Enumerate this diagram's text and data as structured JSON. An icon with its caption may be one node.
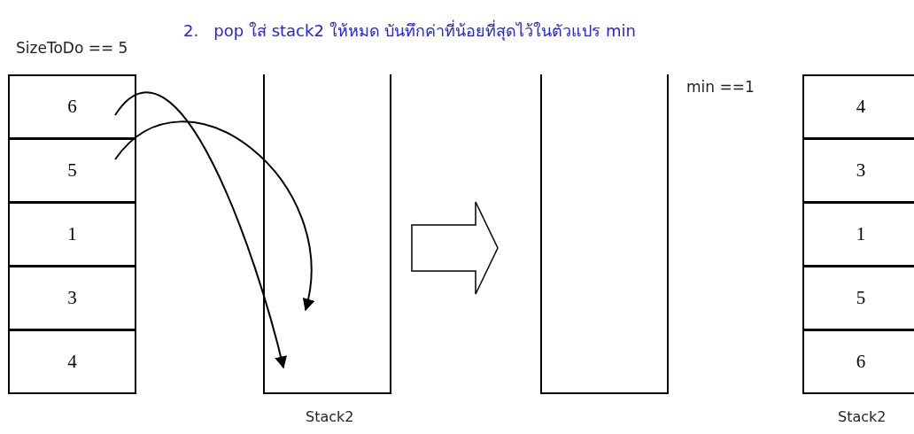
{
  "diagram": {
    "title": "2.   pop ใส่ stack2 ให้หมด บันทึกค่าที่น้อยที่สุดไว้ในตัวแปร min",
    "nodes": [
      {
        "text": [
          "6"
        ]
      },
      {
        "text": [
          "5"
        ]
      },
      {
        "text": [
          "1"
        ]
      },
      {
        "text": [
          "3"
        ]
      },
      {
        "text": [
          "4"
        ]
      },
      {
        "text": [
          "Stack2"
        ]
      },
      {
        "text": [],
        "shape": "box"
      },
      {
        "text": [
          "Stack2"
        ]
      },
      {
        "text": [
          "4"
        ],
        "in": 7
      },
      {
        "text": [
          "3"
        ],
        "in": 7
      },
      {
        "text": [
          "1"
        ],
        "in": 7
      },
      {
        "text": [
          "5"
        ],
        "in": 7
      },
      {
        "text": [
          "6"
        ],
        "in": 7
      }
    ],
    "edges": [
      {
        "from": 0,
        "to": 5,
        "arrow": "to"
      },
      {
        "from": 1,
        "to": 5,
        "arrow": "to"
      },
      {
        "from": 5,
        "to": 6,
        "arrow": "to"
      }
    ],
    "labels": [
      "SizeToDo == 5",
      "min ==1"
    ]
  }
}
